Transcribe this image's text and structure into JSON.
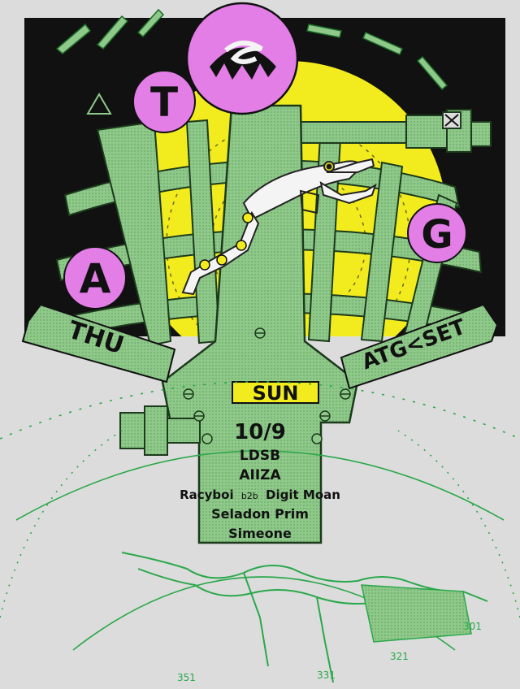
{
  "letters": {
    "t": "T",
    "a": "A",
    "g": "G"
  },
  "ribbon": {
    "left": "THU",
    "center": "SUN",
    "right": "ATG<SET"
  },
  "event": {
    "date": "10/9",
    "lineup": [
      {
        "name": "LDSB"
      },
      {
        "name": "AIIZA"
      },
      {
        "name": "Racyboi",
        "connector": "b2b",
        "partner": "Digit Moan"
      },
      {
        "name": "Seladon Prim"
      },
      {
        "name": "Simeone"
      }
    ]
  },
  "map_labels": [
    "351",
    "331",
    "321",
    "301"
  ],
  "colors": {
    "background": "#dcdcdc",
    "black": "#111111",
    "green": "#8fc98a",
    "green_line": "#2aa84a",
    "yellow": "#f2ec1f",
    "pink": "#e27ee6"
  }
}
